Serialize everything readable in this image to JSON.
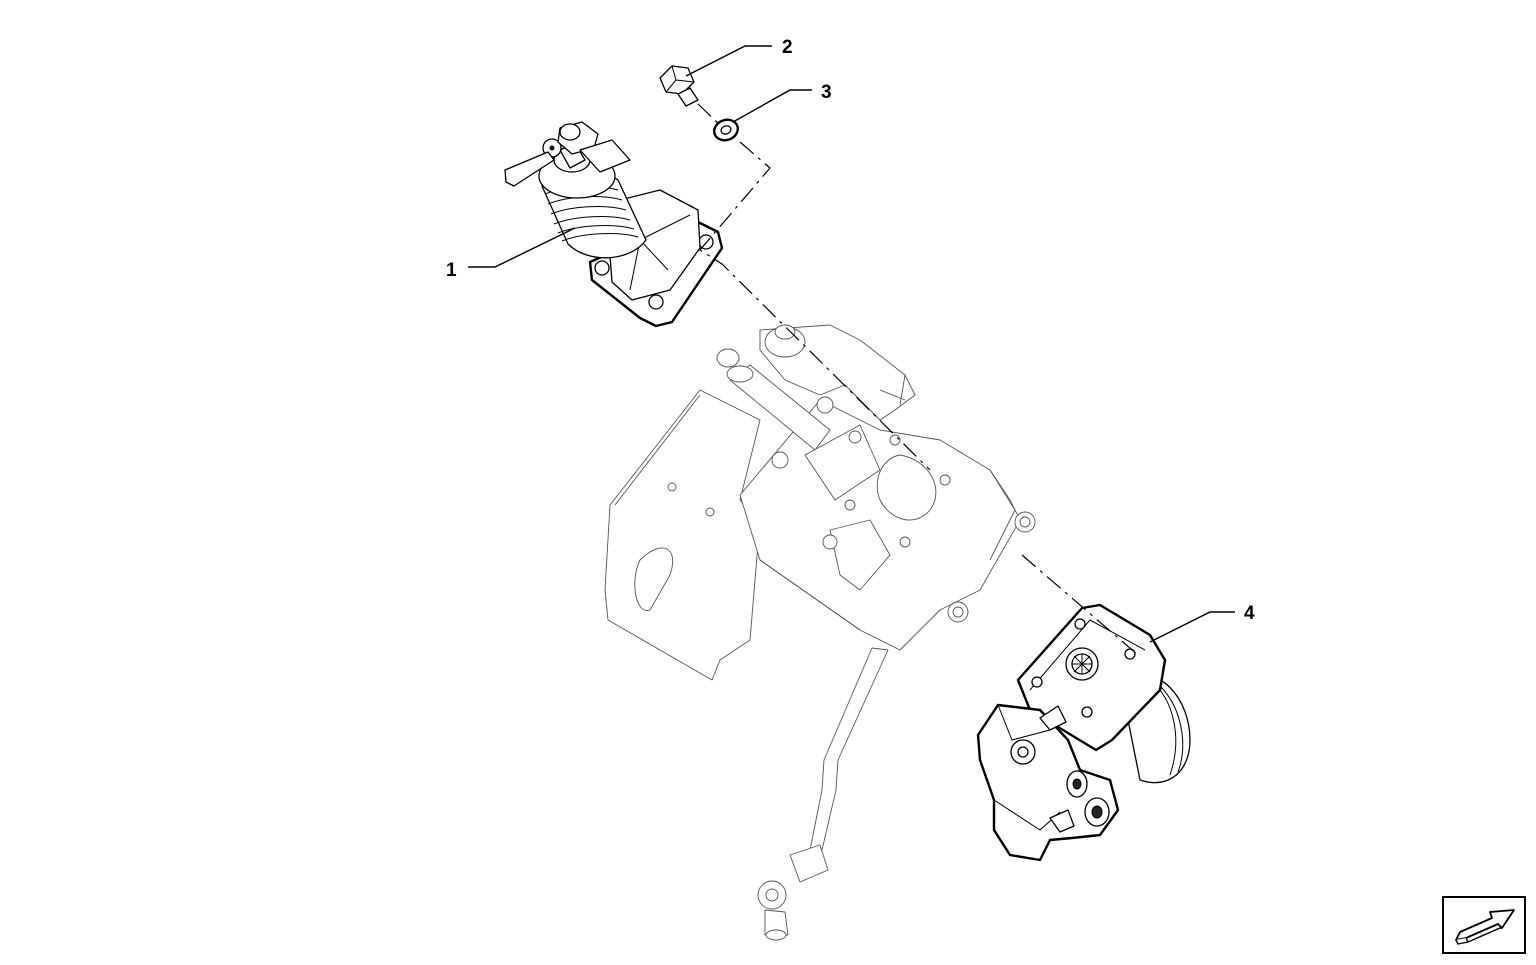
{
  "callouts": [
    {
      "id": "1",
      "label": "1"
    },
    {
      "id": "2",
      "label": "2"
    },
    {
      "id": "3",
      "label": "3"
    },
    {
      "id": "4",
      "label": "4"
    }
  ],
  "icons": {
    "nav_arrow": "arrow-up-right-icon"
  }
}
